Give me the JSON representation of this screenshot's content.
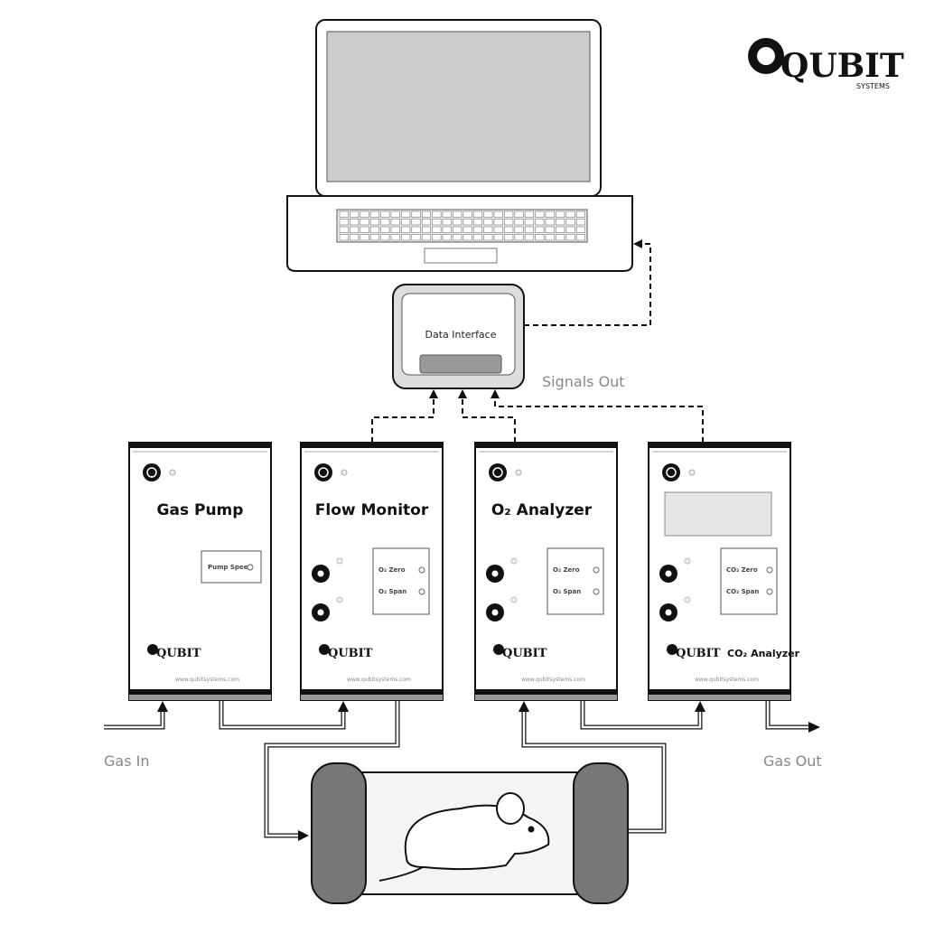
{
  "logo": {
    "name": "QUBIT",
    "sub": "SYSTEMS"
  },
  "laptop": {
    "label": ""
  },
  "data_interface": {
    "label": "Data Interface"
  },
  "signals_label": "Signals Out",
  "gas_in_label": "Gas In",
  "gas_out_label": "Gas Out",
  "devices": [
    {
      "title": "Gas Pump",
      "panel": [
        "Pump Speed"
      ],
      "url": "www.qubitsystems.com"
    },
    {
      "title": "Flow Monitor",
      "panel": [
        "O₂ Zero",
        "O₂ Span"
      ],
      "url": "www.qubitsystems.com"
    },
    {
      "title": "O₂ Analyzer",
      "panel": [
        "O₂ Zero",
        "O₂ Span"
      ],
      "url": "www.qubitsystems.com"
    },
    {
      "title": "",
      "footer_title": "CO₂ Analyzer",
      "panel": [
        "CO₂ Zero",
        "CO₂ Span"
      ],
      "url": "www.qubitsystems.com"
    }
  ],
  "colors": {
    "line": "#111111",
    "label": "#888888",
    "screen": "#cccccc"
  }
}
